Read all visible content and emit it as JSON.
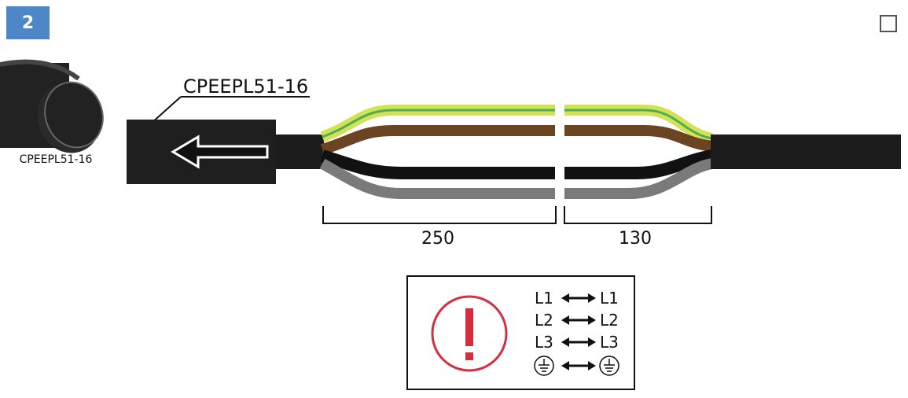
{
  "step": {
    "number": "2"
  },
  "sleeve": {
    "part_label": "CPEEPL51-16",
    "callout_label": "CPEEPL51-16"
  },
  "dimensions": {
    "left_length": "250",
    "right_length": "130"
  },
  "warning": {
    "icon": "exclamation-circle-icon",
    "pairs": [
      {
        "left": "L1",
        "right": "L1"
      },
      {
        "left": "L2",
        "right": "L2"
      },
      {
        "left": "L3",
        "right": "L3"
      },
      {
        "left": "earth-symbol-icon",
        "right": "earth-symbol-icon"
      }
    ]
  },
  "colors": {
    "badge": "#4d87c7",
    "cable": "#1c1c1c",
    "earth_yellow": "#d4e157",
    "earth_green": "#4caf50",
    "brown": "#6b4423",
    "black": "#111111",
    "grey": "#7a7a7a",
    "warning_red": "#d32f3f"
  }
}
